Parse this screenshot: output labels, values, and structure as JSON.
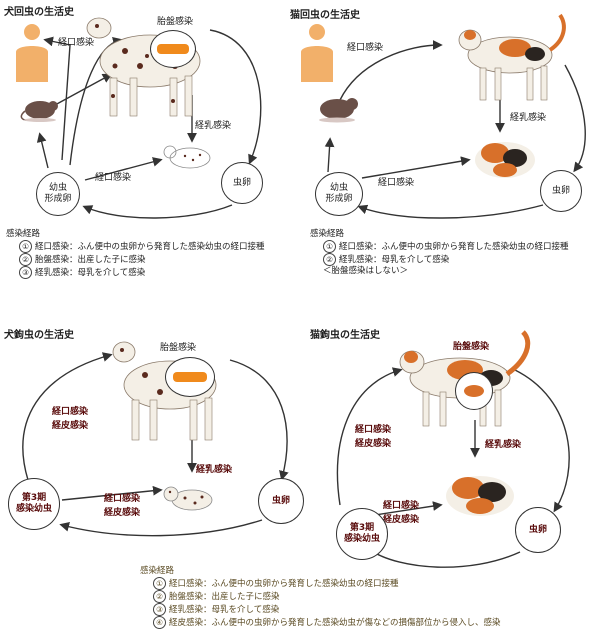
{
  "panel_dog_roundworm": {
    "title": "犬回虫の生活史",
    "label_oral_top": "経口感染",
    "label_placental": "胎盤感染",
    "label_milk": "経乳感染",
    "label_oral_bottom": "経口感染",
    "node_larva": "幼虫\n形成卵",
    "node_egg": "虫卵",
    "notes_title": "感染経路",
    "notes": [
      {
        "num": "①",
        "text": "経口感染：ふん便中の虫卵から発育した感染幼虫の経口接種"
      },
      {
        "num": "②",
        "text": "胎盤感染：出産した子に感染"
      },
      {
        "num": "③",
        "text": "経乳感染：母乳を介して感染"
      }
    ]
  },
  "panel_cat_roundworm": {
    "title": "猫回虫の生活史",
    "label_oral_top": "経口感染",
    "label_milk": "経乳感染",
    "label_oral_bottom": "経口感染",
    "node_larva": "幼虫\n形成卵",
    "node_egg": "虫卵",
    "notes_title": "感染経路",
    "notes": [
      {
        "num": "①",
        "text": "経口感染：ふん便中の虫卵から発育した感染幼虫の経口接種"
      },
      {
        "num": "②",
        "text": "経乳感染：母乳を介して感染"
      }
    ],
    "notes_extra": "＜胎盤感染はしない＞"
  },
  "panel_dog_hookworm": {
    "title": "犬鉤虫の生活史",
    "label_placental": "胎盤感染",
    "label_oral_skin_left_1": "経口感染",
    "label_oral_skin_left_2": "経皮感染",
    "label_milk": "経乳感染",
    "label_oral_skin_bottom_1": "経口感染",
    "label_oral_skin_bottom_2": "経皮感染",
    "node_larva": "第3期\n感染幼虫",
    "node_egg": "虫卵"
  },
  "panel_cat_hookworm": {
    "title": "猫鉤虫の生活史",
    "label_placental": "胎盤感染",
    "label_oral_skin_left_1": "経口感染",
    "label_oral_skin_left_2": "経皮感染",
    "label_milk": "経乳感染",
    "label_oral_skin_bottom_1": "経口感染",
    "label_oral_skin_bottom_2": "経皮感染",
    "node_larva": "第3期\n感染幼虫",
    "node_egg": "虫卵"
  },
  "hookworm_notes": {
    "title": "感染経路",
    "notes": [
      {
        "num": "①",
        "text": "経口感染：ふん便中の虫卵から発育した感染幼虫の経口接種"
      },
      {
        "num": "②",
        "text": "胎盤感染：出産した子に感染"
      },
      {
        "num": "③",
        "text": "経乳感染：母乳を介して感染"
      },
      {
        "num": "④",
        "text": "経皮感染：ふん便中の虫卵から発育した感染幼虫が傷などの損傷部位から侵入し、感染"
      }
    ]
  },
  "colors": {
    "human": "#f2b06a",
    "placenta_worm": "#f08a1c",
    "dog_body": "#f4efe6",
    "dog_spot": "#5a2a1e",
    "cat_orange": "#d8702a",
    "cat_black": "#2a2420",
    "rat": "#6a5048",
    "label_dark": "#5a0d0d"
  }
}
